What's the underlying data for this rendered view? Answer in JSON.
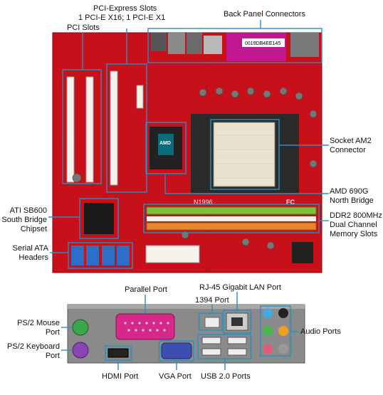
{
  "labels": {
    "pci_express": [
      "PCI-Express Slots",
      "1 PCI-E X16; 1 PCI-E X1"
    ],
    "pci_slots": "PCI Slots",
    "back_panel": "Back Panel Connectors",
    "socket": [
      "Socket AM2",
      "Connector"
    ],
    "north_bridge": [
      "AMD 690G",
      "North Bridge"
    ],
    "memory": [
      "DDR2 800MHz",
      "Dual Channel",
      "Memory Slots"
    ],
    "south_bridge": [
      "ATI SB600",
      "South Bridge",
      "Chipset"
    ],
    "sata": [
      "Serial ATA",
      "Headers"
    ],
    "parallel_port": "Parallel Port",
    "lan": "RJ-45 Gigabit LAN Port",
    "port1394": "1394 Port",
    "ps2_mouse": [
      "PS/2 Mouse",
      "Port"
    ],
    "ps2_keyboard": [
      "PS/2 Keyboard",
      "Port"
    ],
    "audio": "Audio Ports",
    "hdmi": "HDMI Port",
    "vga": "VGA Port",
    "usb": "USB 2.0 Ports"
  },
  "board_text": {
    "serial_sticker": "0019DB4EE145",
    "board_model": "N1996",
    "chip_brand": "AMD",
    "fc_mark": "FC"
  },
  "colors": {
    "board": "#c8101a",
    "callout": "#2a8fc0",
    "dimm_green": "#7fc13a",
    "dimm_orange": "#e8862a",
    "socket": "#e8e2cf"
  }
}
